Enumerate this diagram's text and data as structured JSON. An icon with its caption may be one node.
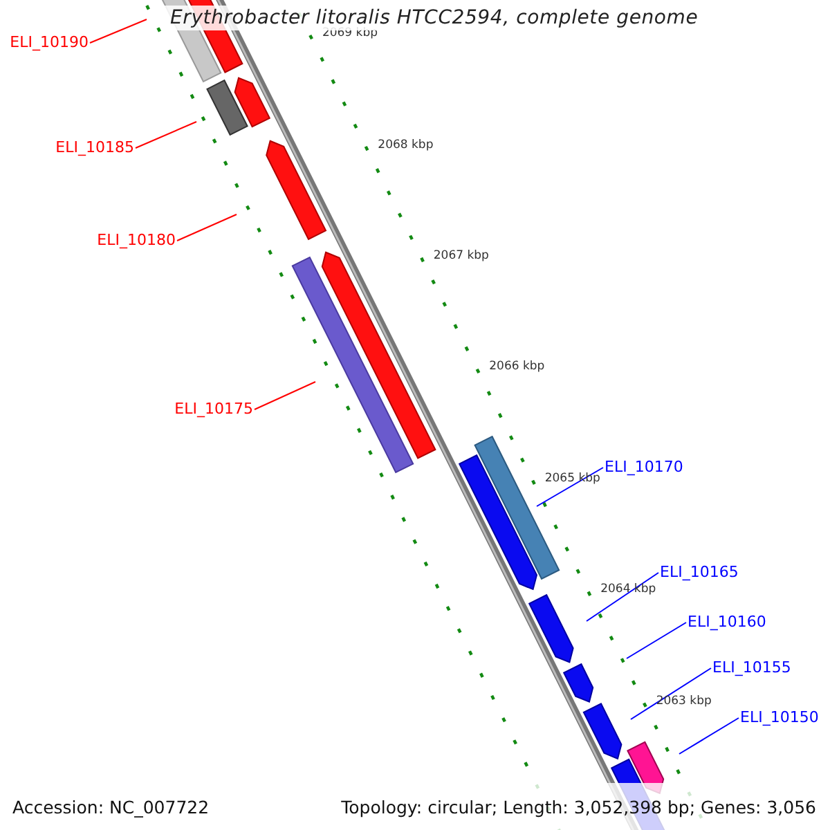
{
  "diagram": {
    "title": "Erythrobacter litoralis HTCC2594, complete genome",
    "nodes": [
      {
        "text": [
          "ELI_10190"
        ]
      },
      {
        "text": [
          "ELI_10185"
        ]
      },
      {
        "text": [
          "ELI_10180"
        ]
      },
      {
        "text": [
          "ELI_10175"
        ]
      },
      {
        "text": [
          "ELI_10170"
        ]
      },
      {
        "text": [
          "ELI_10165"
        ]
      },
      {
        "text": [
          "ELI_10160"
        ]
      },
      {
        "text": [
          "ELI_10155"
        ]
      },
      {
        "text": [
          "ELI_10150"
        ]
      }
    ],
    "edges": [
      {
        "from": 0,
        "to": null,
        "arrow": "none",
        "color": "#ff0000"
      },
      {
        "from": 1,
        "to": null,
        "arrow": "none",
        "color": "#ff0000"
      },
      {
        "from": 2,
        "to": null,
        "arrow": "none",
        "color": "#ff0000"
      },
      {
        "from": 3,
        "to": null,
        "arrow": "none",
        "color": "#ff0000"
      },
      {
        "from": 4,
        "to": null,
        "arrow": "none"
      },
      {
        "from": 5,
        "to": null,
        "arrow": "none"
      },
      {
        "from": 6,
        "to": null,
        "arrow": "none"
      },
      {
        "from": 7,
        "to": null,
        "arrow": "none"
      },
      {
        "from": 8,
        "to": null,
        "arrow": "none"
      }
    ],
    "labels": [
      "2069 kbp",
      "2068 kbp",
      "2067 kbp",
      "2066 kbp",
      "2065 kbp",
      "2064 kbp",
      "2063 kbp",
      "Accession: NC_007722",
      "Topology: circular; Length: 3,052,398 bp; Genes: 3,056"
    ]
  }
}
